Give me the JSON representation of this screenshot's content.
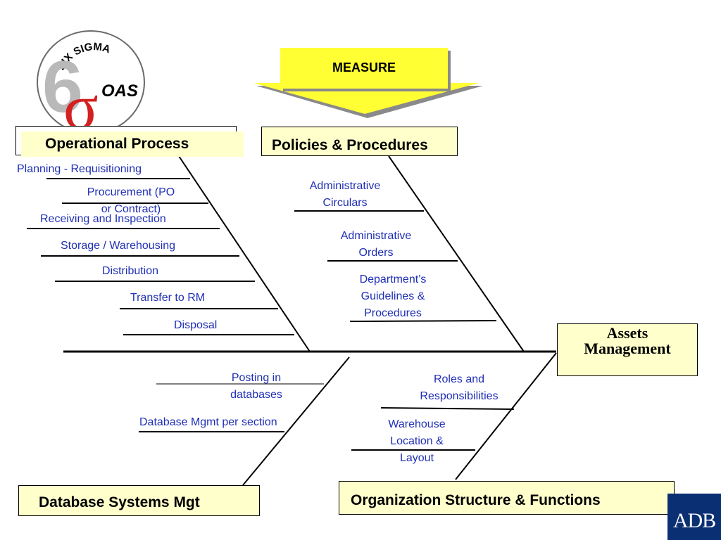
{
  "logo": {
    "ring_text": "SIX SIGMA",
    "org_text": "OAS",
    "symbol": "σ",
    "numeral": "6"
  },
  "phase": {
    "label": "MEASURE"
  },
  "effect": {
    "line1": "Assets",
    "line2": "Management"
  },
  "categories": {
    "operational": {
      "title": "Operational Process",
      "causes": [
        "Planning - Requisitioning",
        "Procurement (PO\nor Contract)",
        "Receiving and Inspection",
        "Storage / Warehousing",
        "Distribution",
        "Transfer to RM",
        "Disposal"
      ]
    },
    "policies": {
      "title": "Policies & Procedures",
      "causes": [
        "Administrative\nCirculars",
        "Administrative\nOrders",
        "Department’s\nGuidelines &\nProcedures"
      ]
    },
    "database": {
      "title": "Database Systems Mgt",
      "causes": [
        "Posting in\ndatabases",
        "Database Mgmt per section"
      ]
    },
    "organization": {
      "title": "Organization Structure & Functions",
      "causes": [
        "Roles and\nResponsibilities",
        "Warehouse\nLocation &\nLayout"
      ]
    }
  },
  "footer": {
    "brand": "ADB"
  },
  "colors": {
    "box_fill": "#ffffcc",
    "measure_fill": "#ffff33",
    "cause_text": "#1f2fb5",
    "brand_blue": "#0b2f73",
    "logo_red": "#d42020"
  }
}
